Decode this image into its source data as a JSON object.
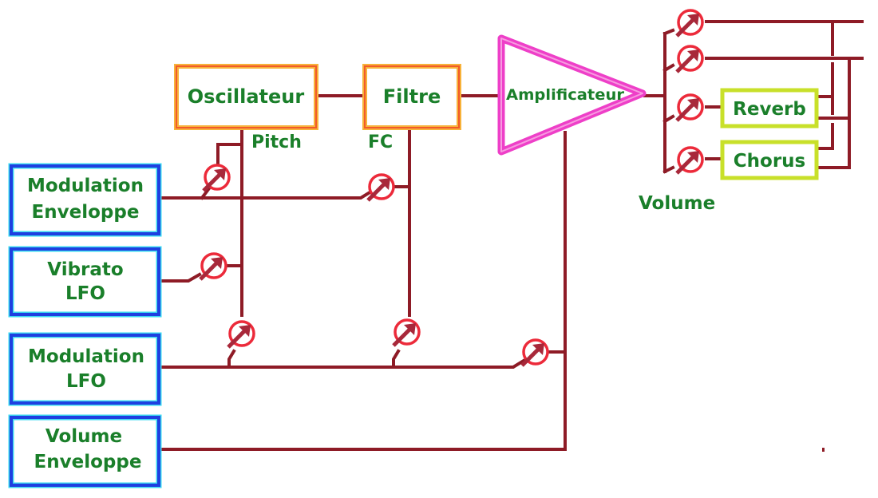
{
  "colors": {
    "wire": "#8e1b26",
    "label_text": "#1a7f2a",
    "source_box_border": "#1f3fe0",
    "source_box_glow": "#3ad8f0",
    "processor_box_border": "#f25a2a",
    "processor_box_glow": "#f7b23a",
    "amplifier_border": "#ee3fc8",
    "effect_box_border": "#c8e02a",
    "attenuator_ring": "#ec2a3a",
    "attenuator_arrow": "#a8283a"
  },
  "modules": {
    "oscillateur": "Oscillateur",
    "filtre": "Filtre",
    "amplificateur": "Amplificateur",
    "reverb": "Reverb",
    "chorus": "Chorus"
  },
  "sources": {
    "mod_env": [
      "Modulation",
      "Enveloppe"
    ],
    "vib_lfo": [
      "Vibrato",
      "LFO"
    ],
    "mod_lfo": [
      "Modulation",
      "LFO"
    ],
    "vol_env": [
      "Volume",
      "Enveloppe"
    ]
  },
  "labels": {
    "pitch": "Pitch",
    "fc": "FC",
    "volume": "Volume"
  },
  "attenuators": [
    {
      "id": "modenv-pitch",
      "target": "Pitch"
    },
    {
      "id": "modenv-fc",
      "target": "FC"
    },
    {
      "id": "vibrato-pitch",
      "target": "Pitch"
    },
    {
      "id": "modlfo-pitch",
      "target": "Pitch"
    },
    {
      "id": "modlfo-fc",
      "target": "FC"
    },
    {
      "id": "modlfo-volume",
      "target": "Amplificateur"
    },
    {
      "id": "send-out-1",
      "target": "Out 1"
    },
    {
      "id": "send-out-2",
      "target": "Out 2"
    },
    {
      "id": "send-reverb",
      "target": "Reverb"
    },
    {
      "id": "send-chorus",
      "target": "Chorus"
    }
  ]
}
